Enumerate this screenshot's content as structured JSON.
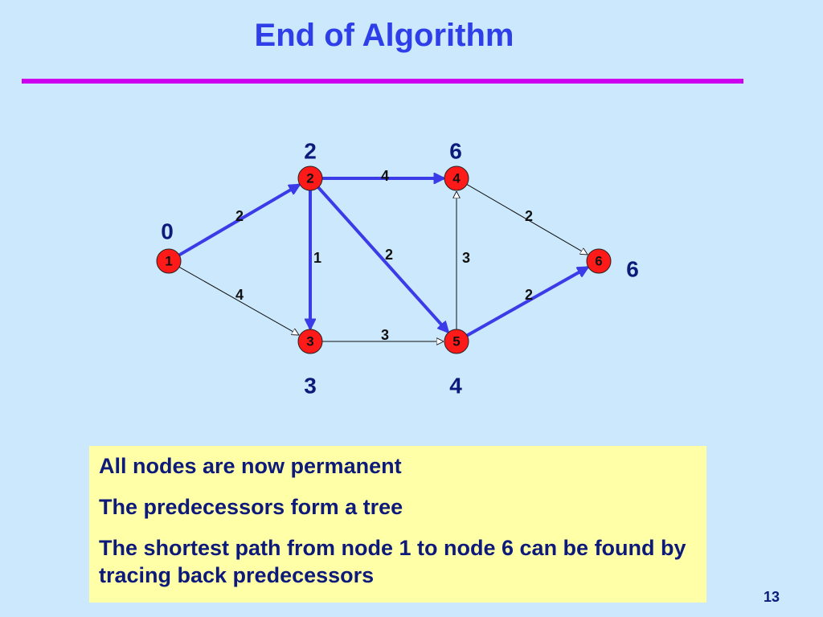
{
  "slide": {
    "title": "End of Algorithm",
    "page_number": "13"
  },
  "graph": {
    "nodes": [
      {
        "id": "1",
        "distance": "0"
      },
      {
        "id": "2",
        "distance": "2"
      },
      {
        "id": "3",
        "distance": "3"
      },
      {
        "id": "4",
        "distance": "6"
      },
      {
        "id": "5",
        "distance": "4"
      },
      {
        "id": "6",
        "distance": "6"
      }
    ],
    "edges": [
      {
        "from": "1",
        "to": "2",
        "weight": "2",
        "tree": true
      },
      {
        "from": "1",
        "to": "3",
        "weight": "4",
        "tree": false
      },
      {
        "from": "2",
        "to": "4",
        "weight": "4",
        "tree": true
      },
      {
        "from": "2",
        "to": "3",
        "weight": "1",
        "tree": true
      },
      {
        "from": "2",
        "to": "5",
        "weight": "2",
        "tree": true
      },
      {
        "from": "3",
        "to": "5",
        "weight": "3",
        "tree": false
      },
      {
        "from": "5",
        "to": "4",
        "weight": "3",
        "tree": false
      },
      {
        "from": "4",
        "to": "6",
        "weight": "2",
        "tree": false
      },
      {
        "from": "5",
        "to": "6",
        "weight": "2",
        "tree": true
      }
    ],
    "colors": {
      "node_fill": "#ff1a1a",
      "tree_edge": "#3b3be8",
      "other_edge": "#111111"
    }
  },
  "notes": [
    "All nodes are now permanent",
    "The predecessors form a tree",
    "The shortest path from node 1 to node 6 can be found by tracing back predecessors"
  ]
}
